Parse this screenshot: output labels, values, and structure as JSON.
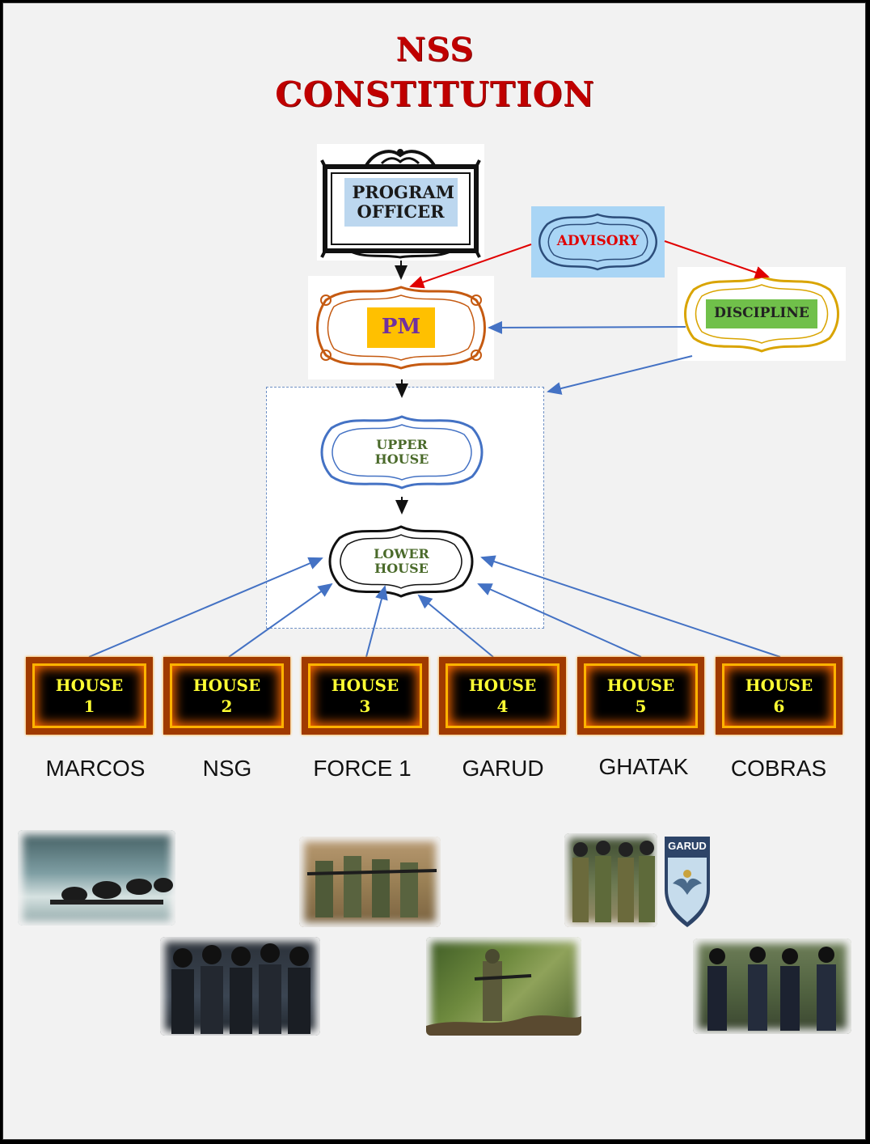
{
  "title": {
    "line1": "NSS",
    "line2": "CONSTITUTION"
  },
  "nodes": {
    "program_officer": "PROGRAM OFFICER",
    "advisory": "ADVISORY",
    "pm": "PM",
    "discipline": "DISCIPLINE",
    "upper_house": "UPPER HOUSE",
    "lower_house": "LOWER HOUSE"
  },
  "houses": [
    {
      "label": "HOUSE",
      "num": "1",
      "name": "MARCOS"
    },
    {
      "label": "HOUSE",
      "num": "2",
      "name": "NSG"
    },
    {
      "label": "HOUSE",
      "num": "3",
      "name": "FORCE 1"
    },
    {
      "label": "HOUSE",
      "num": "4",
      "name": "GARUD"
    },
    {
      "label": "HOUSE",
      "num": "5",
      "name": "GHATAK"
    },
    {
      "label": "HOUSE",
      "num": "6",
      "name": "COBRAS"
    }
  ],
  "badge_text": "GARUD",
  "colors": {
    "title": "#c00000",
    "advisory_arrows": "#e00000",
    "link_arrows": "#4472c4",
    "house_text": "#ffff33"
  }
}
